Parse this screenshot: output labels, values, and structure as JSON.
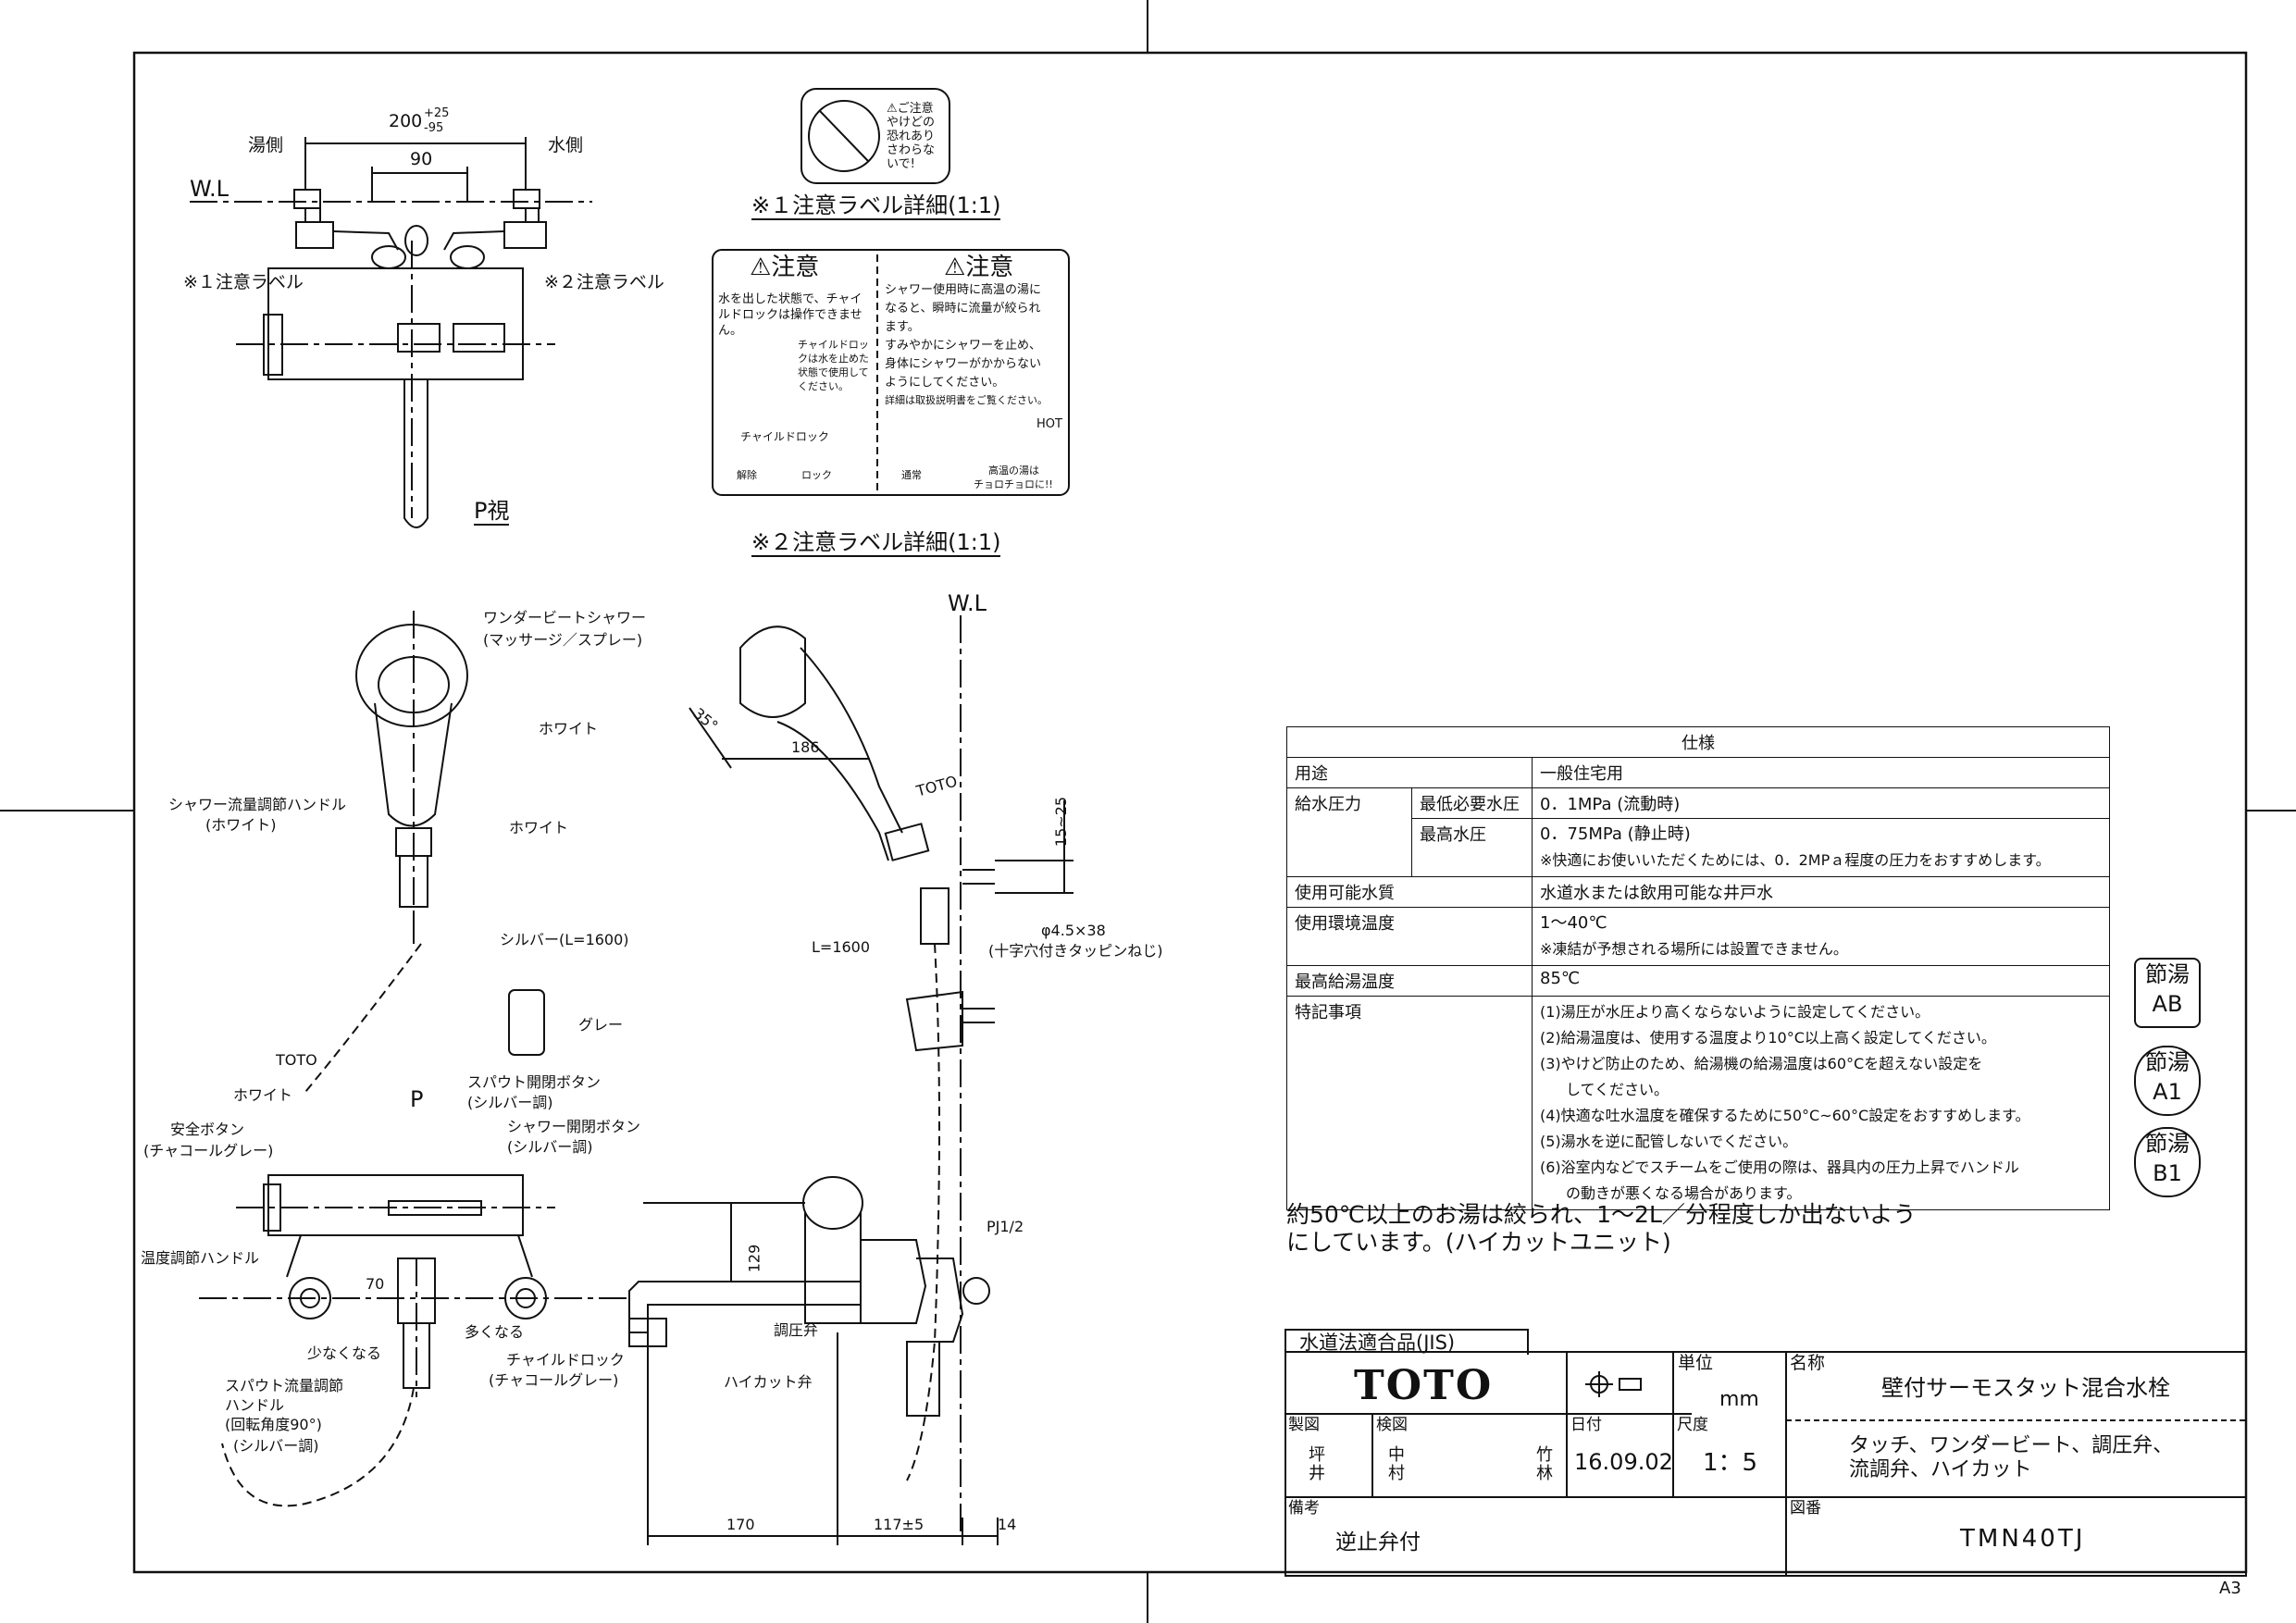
{
  "drawing": {
    "labels": {
      "yu_side": "湯側",
      "mizu_side": "水側",
      "wl_top": "W.L",
      "dim_200": "200",
      "dim_200_tol_plus": "+25",
      "dim_200_tol_minus": "-95",
      "dim_90": "90",
      "caution_label_1": "※１注意ラベル",
      "caution_label_2": "※２注意ラベル",
      "p_view": "P視",
      "caption_1": "※１注意ラベル詳細(1:1)",
      "caption_2": "※２注意ラベル詳細(1:1)",
      "shower_head_name": "ワンダービートシャワー",
      "shower_head_mode": "(マッサージ／スプレー)",
      "white_1": "ホワイト",
      "white_2": "ホワイト",
      "flow_handle": "シャワー流量調節ハンドル",
      "flow_handle_color": "(ホワイト)",
      "hose": "シルバー(L=1600)",
      "gray": "グレー",
      "toto_small": "TOTO",
      "white_3": "ホワイト",
      "safety_button": "安全ボタン",
      "safety_button_color": "(チャコールグレー)",
      "p_marker": "P",
      "spout_button": "スパウト開閉ボタン",
      "spout_button_color": "(シルバー調)",
      "shower_button": "シャワー開閉ボタン",
      "shower_button_color": "(シルバー調)",
      "temp_handle": "温度調節ハンドル",
      "dim_70": "70",
      "less": "少なくなる",
      "more": "多くなる",
      "child_lock": "チャイルドロック",
      "child_lock_color": "(チャコールグレー)",
      "spout_flow_handle_1": "スパウト流量調節",
      "spout_flow_handle_2": "ハンドル",
      "spout_flow_handle_3": "(回転角度90°)",
      "spout_flow_handle_4": "(シルバー調)",
      "wl_side": "W.L",
      "angle_35": "35°",
      "dim_186": "186",
      "toto_hose": "TOTO",
      "dim_15_25": "15~25",
      "hose_length": "L=1600",
      "screw_1": "φ4.5×38",
      "screw_2": "(十字穴付きタッピンねじ)",
      "pj": "PJ1/2",
      "dim_129": "129",
      "pressure_valve": "調圧弁",
      "hicut_valve": "ハイカット弁",
      "dim_170": "170",
      "dim_117": "117±5",
      "dim_14": "14"
    },
    "caution_icon_text": "⚠ご注意 やけどの恐れあり さわらないで!",
    "caution_1": {
      "title": "⚠注意",
      "text": "水を出した状態で、チャイルドロックは操作できません。",
      "sub": "チャイルドロックは水を止めた状態で使用してください。",
      "lock_label": "チャイルドロック",
      "release": "解除",
      "lock": "ロック"
    },
    "caution_2": {
      "title": "⚠注意",
      "text_1": "シャワー使用時に高温の湯に",
      "text_2": "なると、瞬時に流量が絞られ",
      "text_3": "ます。",
      "text_4": "すみやかにシャワーを止め、",
      "text_5": "身体にシャワーがかからない",
      "text_6": "ようにしてください。",
      "text_7": "詳細は取扱説明書をご覧ください。",
      "normal": "通常",
      "hot_1": "高温の湯は",
      "hot_2": "チョロチョロに!!",
      "hot_badge": "HOT"
    }
  },
  "spec": {
    "title": "仕様",
    "rows": {
      "use_label": "用途",
      "use_value": "一般住宅用",
      "supply_label": "給水圧力",
      "min_label": "最低必要水圧",
      "min_value": "0．1MPa (流動時)",
      "max_label": "最高水圧",
      "max_value": "0．75MPa (静止時)",
      "pressure_note": "※快適にお使いいただくためには、0．2MPａ程度の圧力をおすすめします。",
      "water_label": "使用可能水質",
      "water_value": "水道水または飲用可能な井戸水",
      "env_label": "使用環境温度",
      "env_value": "1～40℃",
      "env_note": "※凍結が予想される場所には設置できません。",
      "hot_label": "最高給湯温度",
      "hot_value": "85℃",
      "special_label": "特記事項",
      "special_1": "(1)湯圧が水圧より高くならないように設定してください。",
      "special_2": "(2)給湯温度は、使用する温度より10°C以上高く設定してください。",
      "special_3a": "(3)やけど防止のため、給湯機の給湯温度は60°Cを超えない設定を",
      "special_3b": "してください。",
      "special_4": "(4)快適な吐水温度を確保するために50°C~60°C設定をおすすめします。",
      "special_5": "(5)湯水を逆に配管しないでください。",
      "special_6a": "(6)浴室内などでスチームをご使用の際は、器具内の圧力上昇でハンドル",
      "special_6b": "の動きが悪くなる場合があります。"
    }
  },
  "note": {
    "line_1": "約50℃以上のお湯は絞られ、1～2L／分程度しか出ないよう",
    "line_2": "にしています。(ハイカットユニット)"
  },
  "stamps": {
    "ab_top": "節湯",
    "ab_bottom": "AB",
    "a1_top": "節湯",
    "a1_bottom": "A1",
    "b1_top": "節湯",
    "b1_bottom": "B1"
  },
  "title_block": {
    "jis": "水道法適合品(JIS)",
    "logo": "TOTO",
    "unit_label": "単位",
    "unit_value": "mm",
    "name_label": "名称",
    "name_value": "壁付サーモスタット混合水栓",
    "drawn_label": "製図",
    "drawn_value_1": "坪",
    "drawn_value_2": "井",
    "check_label": "検図",
    "check_value_1": "中",
    "check_value_2": "村",
    "check_value_3": "竹",
    "check_value_4": "林",
    "date_label": "日付",
    "date_value": "16.09.02",
    "scale_label": "尺度",
    "scale_value": "1：5",
    "features_1": "タッチ、ワンダービート、調圧弁、",
    "features_2": "流調弁、ハイカット",
    "remarks_label": "備考",
    "remarks_value": "逆止弁付",
    "drawing_no_label": "図番",
    "drawing_no_value": "TMN40TJ"
  },
  "sheet_size": "A3"
}
